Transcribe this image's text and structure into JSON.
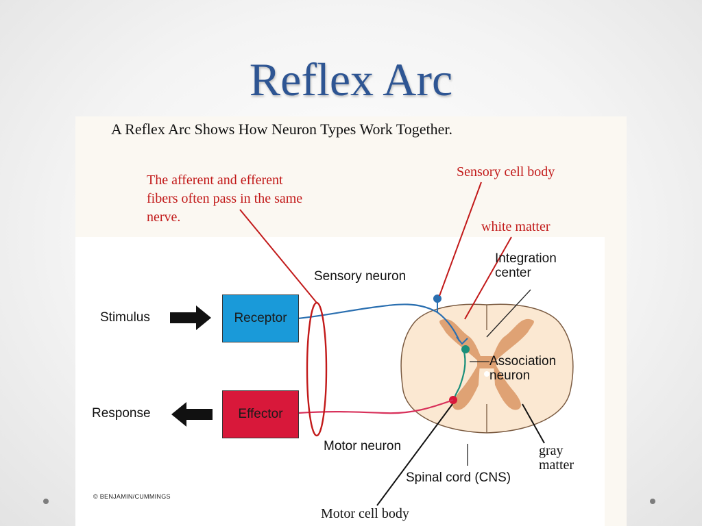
{
  "slide": {
    "title": "Reflex Arc"
  },
  "figure": {
    "caption": "A Reflex Arc Shows How Neuron Types Work Together.",
    "note_lines": [
      "The afferent and efferent",
      "fibers often pass in the same",
      "nerve."
    ],
    "labels": {
      "sensory_cell_body": "Sensory cell body",
      "white_matter": "white matter",
      "integration_center_1": "Integration",
      "integration_center_2": "center",
      "sensory_neuron": "Sensory neuron",
      "stimulus": "Stimulus",
      "receptor": "Receptor",
      "association_neuron_1": "Association",
      "association_neuron_2": "neuron",
      "response": "Response",
      "effector": "Effector",
      "motor_neuron": "Motor neuron",
      "gray_matter_1": "gray",
      "gray_matter_2": "matter",
      "spinal_cord": "Spinal cord (CNS)",
      "motor_cell_body": "Motor cell body"
    },
    "credit": "© BENJAMIN/CUMMINGS"
  },
  "colors": {
    "title": "#2e5593",
    "annotation_red": "#c21a1a",
    "receptor_box": "#1a9ad9",
    "effector_box": "#d8183a",
    "sensory_neuron_line": "#2a6fb0",
    "motor_neuron_line": "#d8305a",
    "association_neuron": "#1a8f7a",
    "white_matter": "#fbe8d2",
    "gray_matter": "#dfa274"
  },
  "icons": [
    "stimulus-arrow-icon",
    "response-arrow-icon",
    "slide-bullet-icon"
  ]
}
